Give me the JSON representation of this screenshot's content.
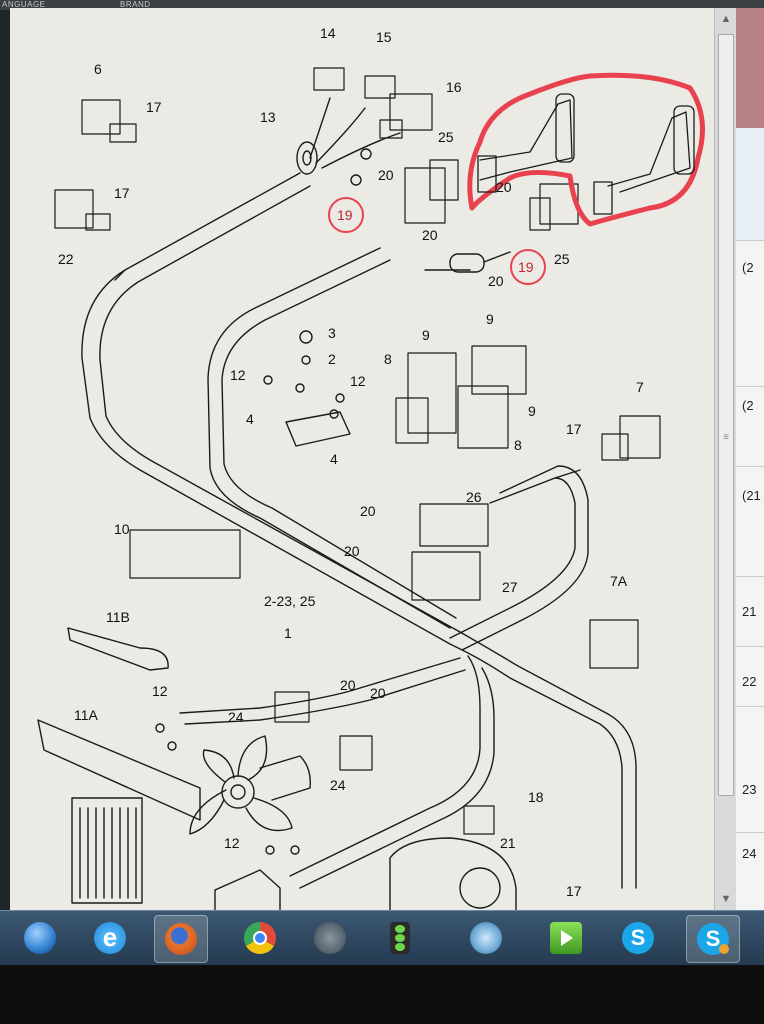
{
  "browser_bar": {
    "left_text": "ANGUAGE",
    "right_text": "BRAND"
  },
  "diagram": {
    "parts": {
      "p14": "14",
      "p15": "15",
      "p16": "16",
      "p6": "6",
      "p17a": "17",
      "p13": "13",
      "p25a": "25",
      "p20a": "20",
      "p19a": "19",
      "p20b": "20",
      "p17b": "17",
      "p22": "22",
      "p20c": "20",
      "p19b": "19",
      "p20d": "20",
      "p25b": "25",
      "p3": "3",
      "p2": "2",
      "p12a": "12",
      "p4a": "4",
      "p4b": "4",
      "p12b": "12",
      "p9a": "9",
      "p9b": "9",
      "p8a": "8",
      "p9c": "9",
      "p8b": "8",
      "p7": "7",
      "p17c": "17",
      "p10": "10",
      "p20e": "20",
      "p20f": "20",
      "p26": "26",
      "p27": "27",
      "p11b": "11B",
      "p2_23": "2-23, 25",
      "p1": "1",
      "p7a": "7A",
      "p12c": "12",
      "p20g": "20",
      "p20h": "20",
      "p24a": "24",
      "p24b": "24",
      "p11a": "11A",
      "p18": "18",
      "p21": "21",
      "p12d": "12",
      "p17d": "17"
    }
  },
  "side_table": {
    "cells": [
      "",
      "",
      "(2",
      "(2",
      "(21",
      "21",
      "22",
      "23",
      "24"
    ]
  },
  "taskbar": {
    "items": [
      {
        "name": "start-button",
        "color": "#2f7fd0"
      },
      {
        "name": "internet-explorer-icon",
        "color": "#1e88d8"
      },
      {
        "name": "firefox-icon",
        "color": "#e8732a"
      },
      {
        "name": "chrome-icon",
        "color": "#e04b3a"
      },
      {
        "name": "steam-icon",
        "color": "#5a6770"
      },
      {
        "name": "traffic-light-icon",
        "color": "#3c3c3c"
      },
      {
        "name": "remote-app-icon",
        "color": "#6da9d2"
      },
      {
        "name": "media-play-icon",
        "color": "#5fbf3a"
      },
      {
        "name": "skype-icon",
        "color": "#1aa6e8"
      },
      {
        "name": "skype-notification-icon",
        "color": "#1aa6e8"
      }
    ]
  },
  "highlight_color": "#e8424e"
}
